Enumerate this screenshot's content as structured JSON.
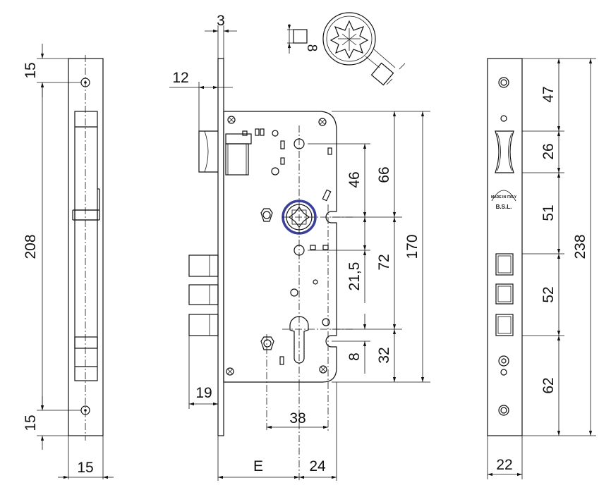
{
  "colors": {
    "line": "#111111",
    "background": "#ffffff",
    "spindle_ring": "#3a3f9a"
  },
  "side_view": {
    "top_offset": "15",
    "height": "208",
    "bottom_offset": "15",
    "faceplate_width": "15"
  },
  "front_view": {
    "faceplate_thickness": "3",
    "latch_projection": "12",
    "follower_to_top": "46",
    "top_to_follower": "66",
    "follower_to_cylinder": "72",
    "case_height": "170",
    "follower_to_pin": "21,5",
    "cylinder_offset": "8",
    "cylinder_to_bottom": "32",
    "bolt_projection": "19",
    "hole_spacing": "38",
    "backset": "E",
    "cylinder_to_edge": "24"
  },
  "spindle_detail": {
    "size": "8"
  },
  "faceplate_view": {
    "seg_1": "47",
    "seg_2": "26",
    "seg_3": "51",
    "seg_4": "52",
    "seg_5": "62",
    "total_height": "238",
    "width": "22",
    "logo_line_1": "MADE IN ITALY",
    "logo_line_2": "B.S.L."
  }
}
